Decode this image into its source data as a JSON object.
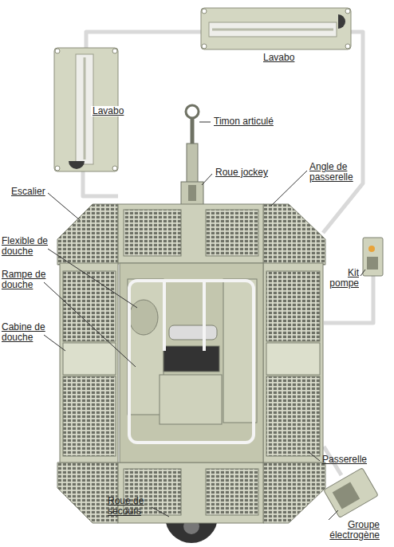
{
  "diagram": {
    "labels": [
      "Lavabo",
      "Lavabo",
      "Timon articulé",
      "Roue jockey",
      "Angle de passerelle",
      "Escalier",
      "Flexible de douche",
      "Rampe de douche",
      "Cabine de douche",
      "Kit pompe",
      "Passerelle",
      "Roue de secours",
      "Groupe électrogène"
    ]
  }
}
